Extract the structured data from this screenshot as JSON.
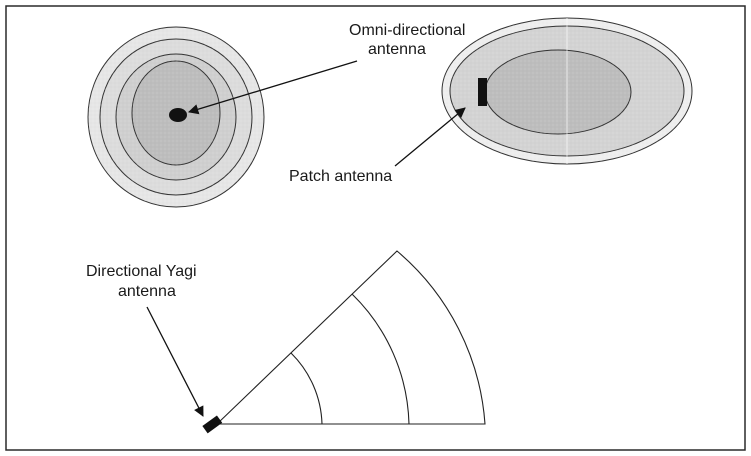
{
  "labels": {
    "omni_line1": "Omni-directional",
    "omni_line2": "antenna",
    "patch": "Patch antenna",
    "yagi_line1": "Directional Yagi",
    "yagi_line2": "antenna"
  },
  "colors": {
    "frame": "#2a2a2a",
    "outer_fill": "#e6e6e6",
    "mid_fill": "#cdcdcd",
    "inner_fill": "#b3b3b3",
    "outline": "#333333",
    "antenna": "#111111"
  }
}
